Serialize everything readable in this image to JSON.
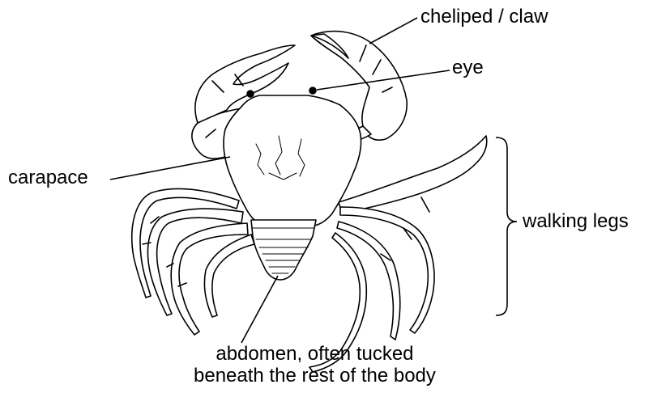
{
  "labels": {
    "cheliped": "cheliped / claw",
    "eye": "eye",
    "carapace": "carapace",
    "walking_legs": "walking legs",
    "abdomen_line1": "abdomen, often tucked",
    "abdomen_line2": "beneath the rest of the body"
  },
  "colors": {
    "stroke": "#000000",
    "fill": "#ffffff"
  },
  "icons": {
    "subject": "crab-illustration",
    "bracket": "curly-brace-icon"
  }
}
